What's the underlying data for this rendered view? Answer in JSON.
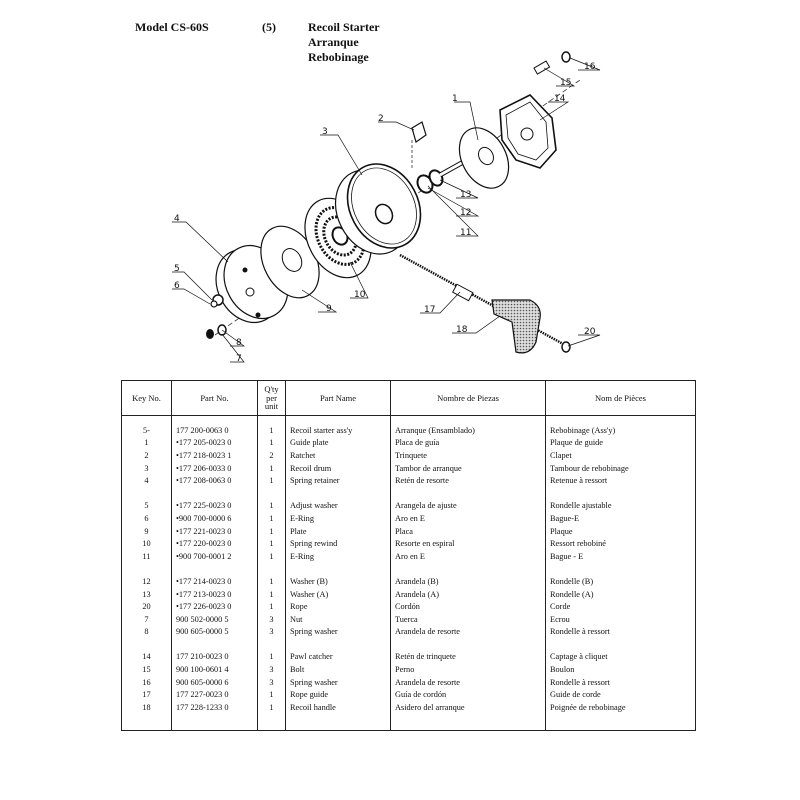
{
  "header": {
    "model": "Model  CS-60S",
    "section_no": "(5)",
    "title_en": "Recoil Starter",
    "title_es": "Arranque",
    "title_fr": "Rebobinage"
  },
  "callouts": [
    "1",
    "2",
    "3",
    "4",
    "5",
    "6",
    "7",
    "8",
    "9",
    "10",
    "11",
    "12",
    "13",
    "14",
    "15",
    "16",
    "17",
    "18",
    "20"
  ],
  "table": {
    "headers": {
      "key": "Key No.",
      "part_no": "Part No.",
      "qty": "Q'ty per unit",
      "name": "Part Name",
      "name_es": "Nombre de Piezas",
      "name_fr": "Nom de Pièces"
    },
    "groups": [
      [
        {
          "key": "5-",
          "part": "177 200-0063 0",
          "qty": "1",
          "name": "Recoil starter ass'y",
          "es": "Arranque (Ensamblado)",
          "fr": "Rebobinage (Ass'y)"
        },
        {
          "key": "1",
          "part": "•177 205-0023 0",
          "qty": "1",
          "name": "Guide plate",
          "es": "Placa de guía",
          "fr": "Plaque de guide"
        },
        {
          "key": "2",
          "part": "•177 218-0023 1",
          "qty": "2",
          "name": "Ratchet",
          "es": "Trinquete",
          "fr": "Clapet"
        },
        {
          "key": "3",
          "part": "•177 206-0033 0",
          "qty": "1",
          "name": "Recoil drum",
          "es": "Tambor de arranque",
          "fr": "Tambour de rebobinage"
        },
        {
          "key": "4",
          "part": "•177 208-0063 0",
          "qty": "1",
          "name": "Spring retainer",
          "es": "Retén de resorte",
          "fr": "Retenue à ressort"
        }
      ],
      [
        {
          "key": "5",
          "part": "•177 225-0023 0",
          "qty": "1",
          "name": "Adjust washer",
          "es": "Arangela de ajuste",
          "fr": "Rondelle ajustable"
        },
        {
          "key": "6",
          "part": "•900 700-0000 6",
          "qty": "1",
          "name": "E-Ring",
          "es": "Aro en E",
          "fr": "Bague-E"
        },
        {
          "key": "9",
          "part": "•177 221-0023 0",
          "qty": "1",
          "name": "Plate",
          "es": "Placa",
          "fr": "Plaque"
        },
        {
          "key": "10",
          "part": "•177 220-0023 0",
          "qty": "1",
          "name": "Spring rewind",
          "es": "Resorte en espiral",
          "fr": "Ressort rebobiné"
        },
        {
          "key": "11",
          "part": "•900 700-0001 2",
          "qty": "1",
          "name": "E-Ring",
          "es": "Aro en E",
          "fr": "Bague - E"
        }
      ],
      [
        {
          "key": "12",
          "part": "•177 214-0023 0",
          "qty": "1",
          "name": "Washer (B)",
          "es": "Arandela (B)",
          "fr": "Rondelle (B)"
        },
        {
          "key": "13",
          "part": "•177 213-0023 0",
          "qty": "1",
          "name": "Washer (A)",
          "es": "Arandela (A)",
          "fr": "Rondelle (A)"
        },
        {
          "key": "20",
          "part": "•177 226-0023 0",
          "qty": "1",
          "name": "Rope",
          "es": "Cordón",
          "fr": "Corde"
        },
        {
          "key": "7",
          "part": "900 502-0000 5",
          "qty": "3",
          "name": "Nut",
          "es": "Tuerca",
          "fr": "Ecrou"
        },
        {
          "key": "8",
          "part": "900 605-0000 5",
          "qty": "3",
          "name": "Spring washer",
          "es": "Arandela de resorte",
          "fr": "Rondelle à ressort"
        }
      ],
      [
        {
          "key": "14",
          "part": "177 210-0023 0",
          "qty": "1",
          "name": "Pawl catcher",
          "es": "Retén de trinquete",
          "fr": "Captage à cliquet"
        },
        {
          "key": "15",
          "part": "900 100-0601 4",
          "qty": "3",
          "name": "Bolt",
          "es": "Perno",
          "fr": "Boulon"
        },
        {
          "key": "16",
          "part": "900 605-0000 6",
          "qty": "3",
          "name": "Spring washer",
          "es": "Arandela de resorte",
          "fr": "Rondelle à ressort"
        },
        {
          "key": "17",
          "part": "177 227-0023 0",
          "qty": "1",
          "name": "Rope guide",
          "es": "Guía de cordón",
          "fr": "Guide de  corde"
        },
        {
          "key": "18",
          "part": "177 228-1233 0",
          "qty": "1",
          "name": "Recoil handle",
          "es": "Asidero del arranque",
          "fr": "Poignée de rebobinage"
        }
      ]
    ]
  }
}
